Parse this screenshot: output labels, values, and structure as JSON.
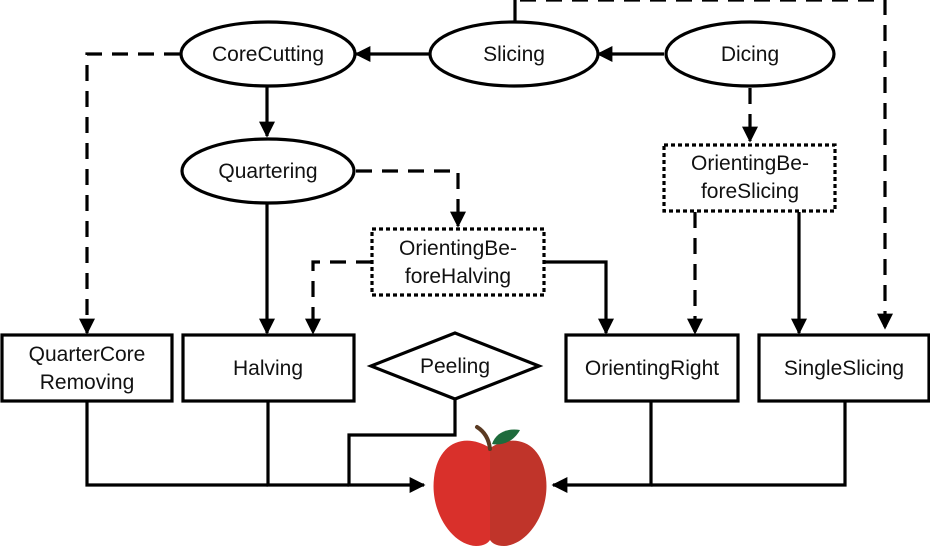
{
  "nodes": {
    "core_cutting": "CoreCutting",
    "slicing": "Slicing",
    "dicing": "Dicing",
    "quartering": "Quartering",
    "orienting_before_slicing": [
      "OrientingBe-",
      "foreSlicing"
    ],
    "orienting_before_halving": [
      "OrientingBe-",
      "foreHalving"
    ],
    "quarter_core_removing": [
      "QuarterCore",
      "Removing"
    ],
    "halving": "Halving",
    "peeling": "Peeling",
    "orienting_right": "OrientingRight",
    "single_slicing": "SingleSlicing"
  },
  "colors": {
    "apple_left": "#d9302b",
    "apple_right": "#c0342a",
    "leaf": "#1e6b3c",
    "stem": "#5a3a22",
    "line": "#000000"
  },
  "icons": {
    "target": "apple-icon"
  }
}
